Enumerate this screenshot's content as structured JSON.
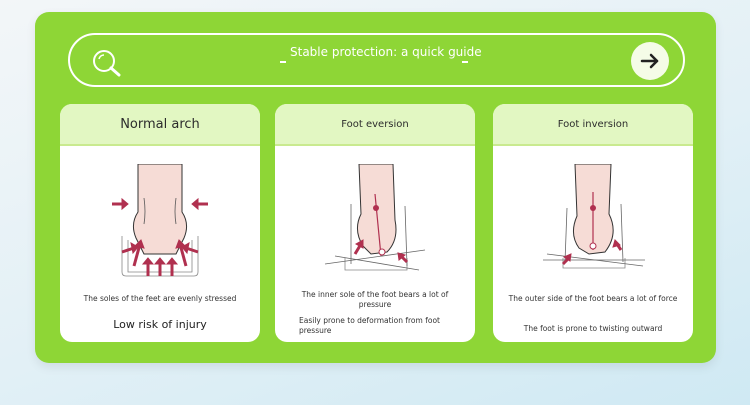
{
  "header": {
    "title": "Stable protection: a quick guide",
    "search_icon": "search-icon",
    "go_icon": "arrow-right-icon"
  },
  "cards": [
    {
      "title": "Normal arch",
      "caption": "The soles of the feet are evenly stressed",
      "result": "Low risk of injury"
    },
    {
      "title": "Foot eversion",
      "caption": "The inner sole of the foot bears a lot of pressure",
      "result": "Easily prone to deformation from foot pressure"
    },
    {
      "title": "Foot inversion",
      "caption": "The outer side of the foot bears a lot of force",
      "result": "The foot is prone to twisting outward"
    }
  ],
  "colors": {
    "panel": "#8ed636",
    "card_header": "#e2f7c2",
    "arrow": "#b0304f",
    "skin": "#f6dcd6"
  }
}
